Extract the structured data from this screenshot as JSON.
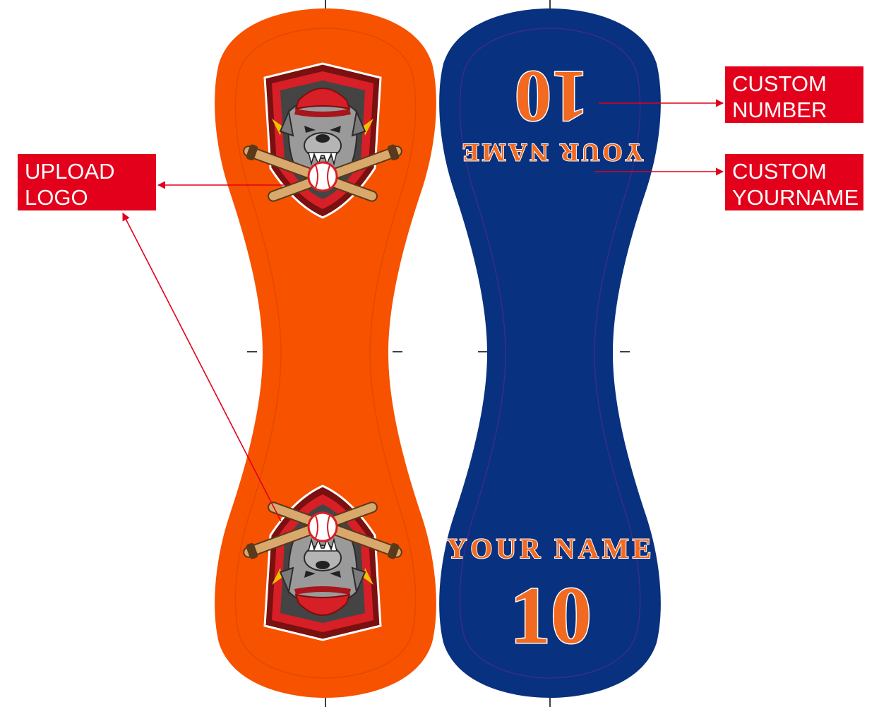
{
  "colors": {
    "orange_panel": "#f75200",
    "blue_panel": "#08317f",
    "number_orange": "#f26a21",
    "callout_red": "#e3001b",
    "logo_red": "#d61f26",
    "logo_gray": "#8a8a8a",
    "bat_tan": "#d9a86c"
  },
  "callouts": {
    "upload_logo": [
      "UPLOAD",
      "LOGO"
    ],
    "custom_number": [
      "CUSTOM",
      "NUMBER"
    ],
    "custom_yourname": [
      "CUSTOM",
      "YOURNAME"
    ]
  },
  "blue_panel": {
    "name_text": "YOUR NAME",
    "number_text": "10"
  },
  "icons": {
    "logo": "bulldog-baseball-shield-icon",
    "arrow": "arrow-icon",
    "crop_mark": "crop-mark-icon"
  }
}
